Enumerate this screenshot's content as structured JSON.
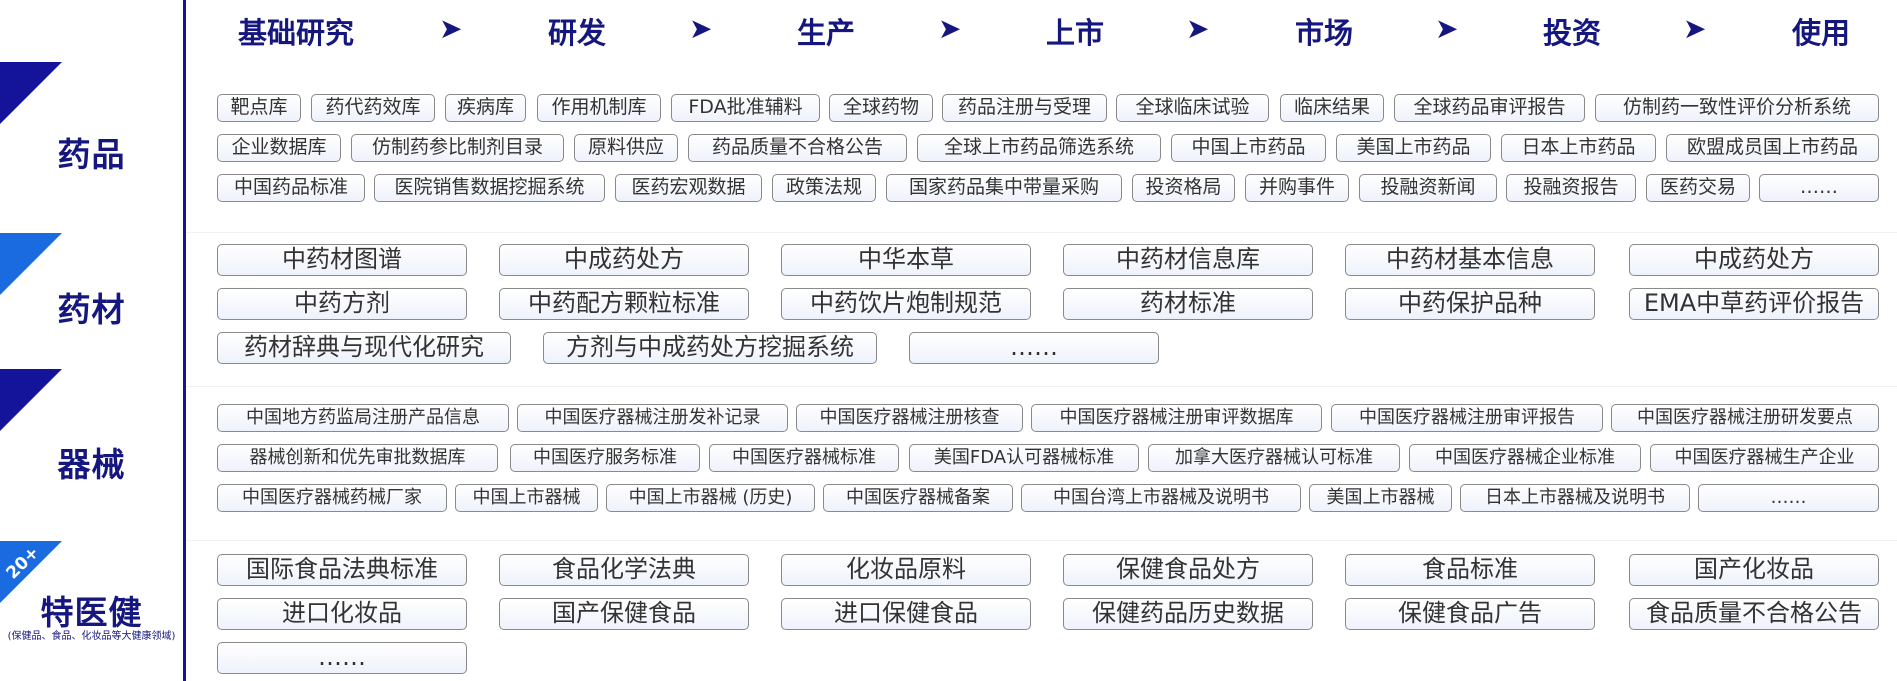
{
  "flow": [
    "基础研究",
    "研发",
    "生产",
    "上市",
    "市场",
    "投资",
    "使用"
  ],
  "flow_arrow": "➤",
  "categories": {
    "drug": "药品",
    "material": "药材",
    "device": "器械",
    "health": {
      "title": "特医健",
      "subtitle": "(保健品、食品、化妆品等大健康领域)",
      "badge": "20+"
    }
  },
  "more": "……",
  "drug_rows": [
    [
      "靶点库",
      "药代药效库",
      "疾病库",
      "作用机制库",
      "FDA批准辅料",
      "全球药物",
      "药品注册与受理",
      "全球临床试验",
      "临床结果",
      "全球药品审评报告",
      "仿制药一致性评价分析系统"
    ],
    [
      "企业数据库",
      "仿制药参比制剂目录",
      "原料供应",
      "药品质量不合格公告",
      "全球上市药品筛选系统",
      "中国上市药品",
      "美国上市药品",
      "日本上市药品",
      "欧盟成员国上市药品"
    ],
    [
      "中国药品标准",
      "医院销售数据挖掘系统",
      "医药宏观数据",
      "政策法规",
      "国家药品集中带量采购",
      "投资格局",
      "并购事件",
      "投融资新闻",
      "投融资报告",
      "医药交易"
    ]
  ],
  "material_items": [
    "中药材图谱",
    "中成药处方",
    "中华本草",
    "中药材信息库",
    "中药材基本信息",
    "中成药处方",
    "中药方剂",
    "中药配方颗粒标准",
    "中药饮片炮制规范",
    "药材标准",
    "中药保护品种",
    "EMA中草药评价报告",
    "药材辞典与现代化研究",
    "方剂与中成药处方挖掘系统"
  ],
  "device_rows": [
    [
      "中国地方药监局注册产品信息",
      "中国医疗器械注册发补记录",
      "中国医疗器械注册核查",
      "中国医疗器械注册审评数据库",
      "中国医疗器械注册审评报告",
      "中国医疗器械注册研发要点"
    ],
    [
      "器械创新和优先审批数据库",
      "中国医疗服务标准",
      "中国医疗器械标准",
      "美国FDA认可器械标准",
      "加拿大医疗器械认可标准",
      "中国医疗器械企业标准",
      "中国医疗器械生产企业"
    ],
    [
      "中国医疗器械药械厂家",
      "中国上市器械",
      "中国上市器械 (历史)",
      "中国医疗器械备案",
      "中国台湾上市器械及说明书",
      "美国上市器械",
      "日本上市器械及说明书"
    ]
  ],
  "health_items": [
    "国际食品法典标准",
    "食品化学法典",
    "化妆品原料",
    "保健食品处方",
    "食品标准",
    "国产化妆品",
    "进口化妆品",
    "国产保健食品",
    "进口保健食品",
    "保健药品历史数据",
    "保健食品广告",
    "食品质量不合格公告"
  ],
  "colors": {
    "navy": "#16167f",
    "triangle": "#14149a",
    "triangle_bright": "#1a6be0",
    "line": "#14149a",
    "tag_border": "#8a8a8a"
  }
}
